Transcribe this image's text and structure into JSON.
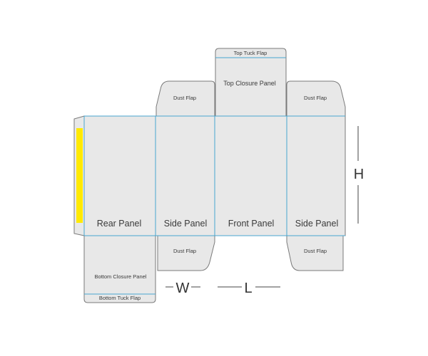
{
  "labels": {
    "top_tuck_flap": "Top Tuck Flap",
    "top_closure_panel": "Top Closure Panel",
    "dust_flap_top_left": "Dust Flap",
    "dust_flap_top_right": "Dust Flap",
    "rear_panel": "Rear Panel",
    "side_panel_left": "Side Panel",
    "front_panel": "Front Panel",
    "side_panel_right": "Side Panel",
    "dust_flap_bottom_left": "Dust Flap",
    "dust_flap_bottom_right": "Dust Flap",
    "bottom_closure_panel": "Bottom Closure Panel",
    "bottom_tuck_flap": "Bottom Tuck Flap"
  },
  "dimensions": {
    "height": "H",
    "width": "W",
    "length": "L"
  },
  "colors": {
    "background": "#ffffff",
    "panel_fill": "#e8e8e8",
    "outline": "#7a7a7a",
    "fold_line": "#48a6cf",
    "glue_strip": "#ffea00"
  }
}
